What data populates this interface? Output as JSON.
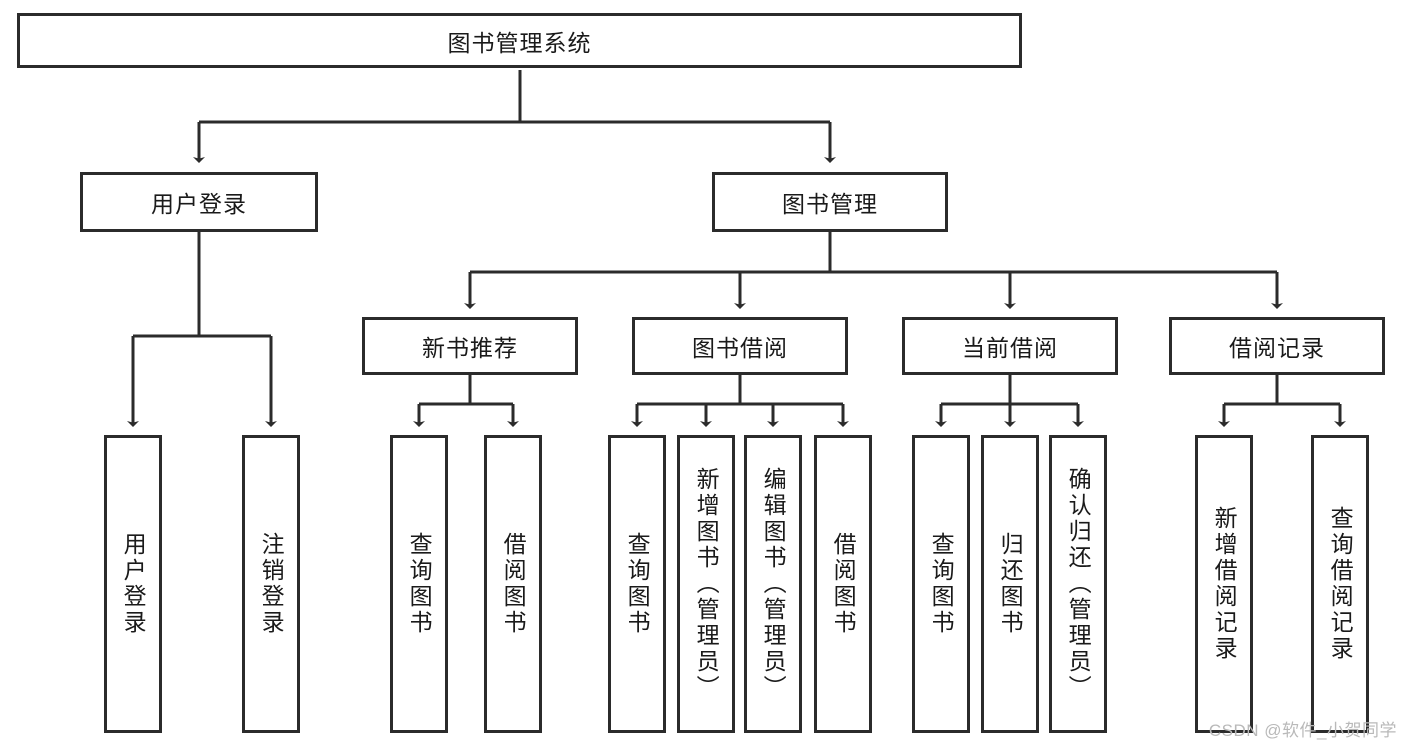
{
  "diagram": {
    "title": "图书管理系统",
    "type": "tree-hierarchy-chart",
    "root": {
      "id": "root",
      "label": "图书管理系统"
    },
    "level2": [
      {
        "id": "user-login",
        "label": "用户登录"
      },
      {
        "id": "book-management",
        "label": "图书管理"
      }
    ],
    "level3": [
      {
        "id": "new-book-recommend",
        "label": "新书推荐"
      },
      {
        "id": "book-borrow",
        "label": "图书借阅"
      },
      {
        "id": "current-borrow",
        "label": "当前借阅"
      },
      {
        "id": "borrow-record",
        "label": "借阅记录"
      }
    ],
    "leaves": {
      "user_login": [
        {
          "id": "leaf-user-login",
          "label": "用户登录"
        },
        {
          "id": "leaf-logout-login",
          "label": "注销登录"
        }
      ],
      "new_book_recommend": [
        {
          "id": "leaf-query-book-1",
          "label": "查询图书"
        },
        {
          "id": "leaf-borrow-book-1",
          "label": "借阅图书"
        }
      ],
      "book_borrow": [
        {
          "id": "leaf-query-book-2",
          "label": "查询图书"
        },
        {
          "id": "leaf-add-book",
          "label": "新增图书（管理员）"
        },
        {
          "id": "leaf-edit-book",
          "label": "编辑图书（管理员）"
        },
        {
          "id": "leaf-borrow-book-2",
          "label": "借阅图书"
        }
      ],
      "current_borrow": [
        {
          "id": "leaf-query-book-3",
          "label": "查询图书"
        },
        {
          "id": "leaf-return-book",
          "label": "归还图书"
        },
        {
          "id": "leaf-confirm-return",
          "label": "确认归还（管理员）"
        }
      ],
      "borrow_record": [
        {
          "id": "leaf-add-borrow-record",
          "label": "新增借阅记录"
        },
        {
          "id": "leaf-query-borrow-record",
          "label": "查询借阅记录"
        }
      ]
    }
  },
  "watermark": {
    "text": "CSDN @软件_小贺同学"
  },
  "colors": {
    "stroke": "#2b2b2b",
    "background": "#ffffff",
    "text": "#1a1a1a",
    "watermark": "#b9b9b9"
  }
}
